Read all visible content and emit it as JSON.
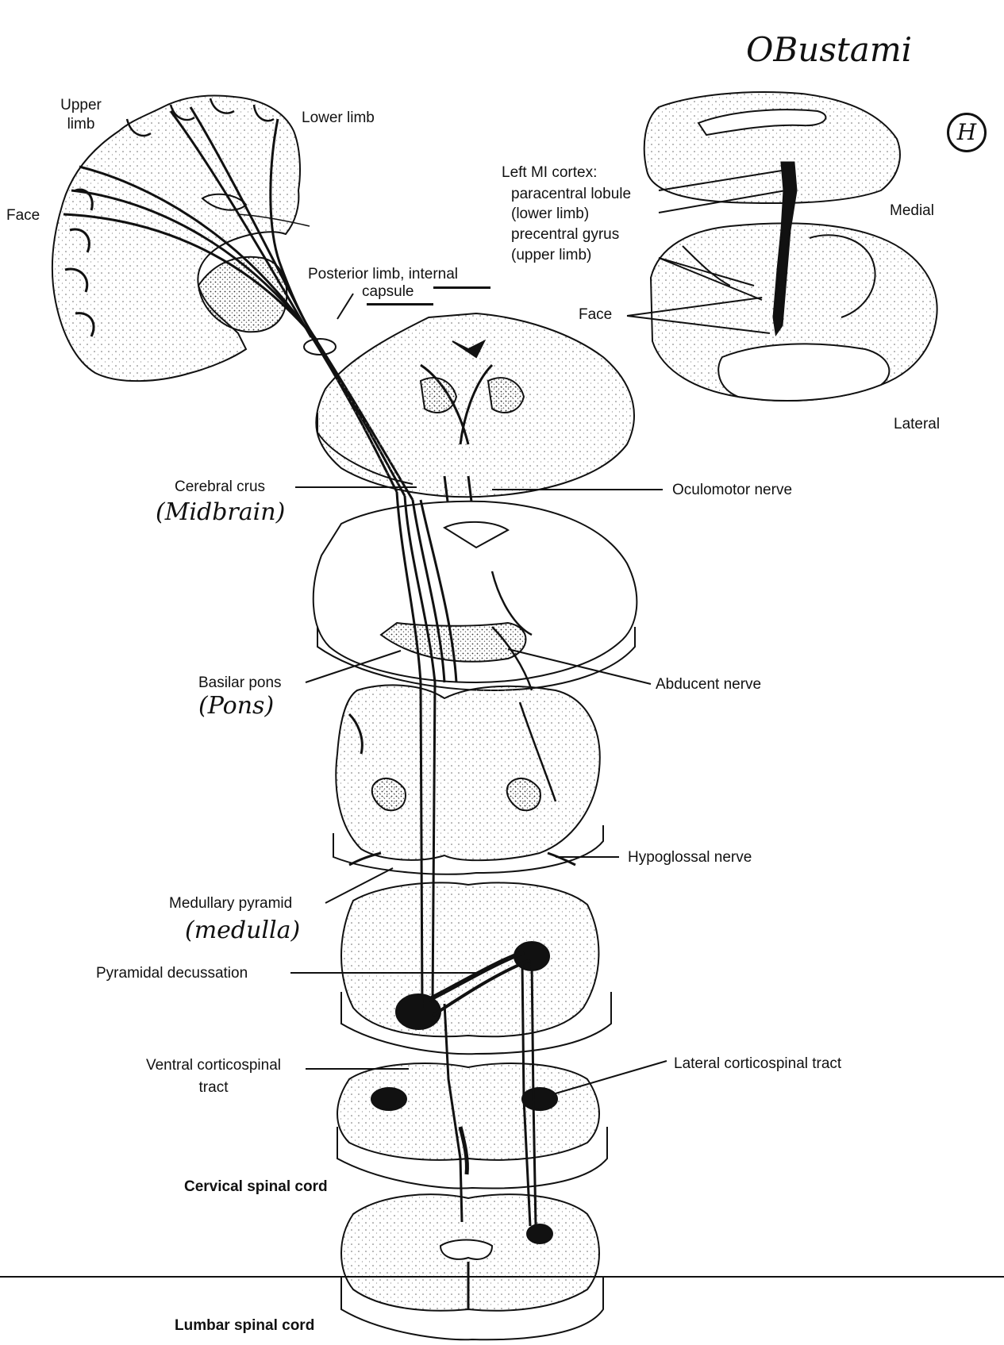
{
  "annotations": {
    "signature": "OBustami",
    "page_marker": "H",
    "midbrain": "(Midbrain)",
    "pons": "(Pons)",
    "medulla": "(medulla)"
  },
  "labels": {
    "upper_limb_1": "Upper",
    "upper_limb_2": "limb",
    "lower_limb": "Lower limb",
    "face_left": "Face",
    "posterior_limb_1": "Posterior limb, internal",
    "posterior_limb_2": "capsule",
    "left_m1_cortex": "Left MI cortex:",
    "paracentral_lobule": "paracentral lobule",
    "lower_limb_paren": "(lower limb)",
    "precentral_gyrus": "precentral gyrus",
    "upper_limb_paren": "(upper limb)",
    "face_right": "Face",
    "medial": "Medial",
    "lateral": "Lateral",
    "cerebral_crus": "Cerebral crus",
    "oculomotor_nerve": "Oculomotor nerve",
    "basilar_pons": "Basilar pons",
    "abducent_nerve": "Abducent  nerve",
    "hypoglossal_nerve": "Hypoglossal nerve",
    "medullary_pyramid": "Medullary pyramid",
    "pyramidal_decussation": "Pyramidal decussation",
    "ventral_cst_1": "Ventral corticospinal",
    "ventral_cst_2": "tract",
    "lateral_cst": "Lateral corticospinal tract",
    "cervical_spinal_cord": "Cervical spinal cord",
    "lumbar_spinal_cord": "Lumbar spinal cord"
  }
}
